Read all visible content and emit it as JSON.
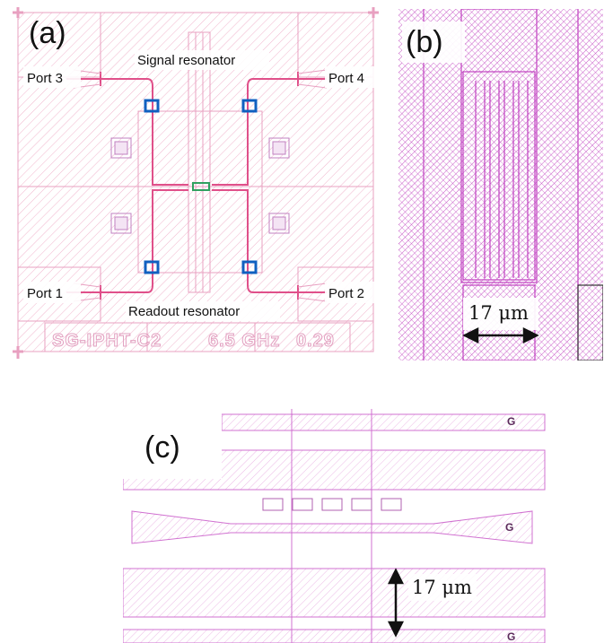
{
  "panel_a": {
    "label": "(a)",
    "signal_resonator": "Signal resonator",
    "readout_resonator": "Readout resonator",
    "port1": "Port 1",
    "port2": "Port 2",
    "port3": "Port 3",
    "port4": "Port 4",
    "chip_engraving_1": "SG-IPHT-C2",
    "chip_engraving_2": "6.5 GHz",
    "chip_engraving_3": "0.29"
  },
  "panel_b": {
    "label": "(b)",
    "dimension": "17 μm"
  },
  "panel_c": {
    "label": "(c)",
    "dimension": "17 μm",
    "ground_labels": [
      "G",
      "G",
      "G"
    ]
  },
  "colors": {
    "layout_pink": "#e87aa8",
    "trace_pink": "#e0508a",
    "hatch_magenta": "#c040c0",
    "squid_blue": "#1060c0",
    "junction_green": "#30a060"
  }
}
